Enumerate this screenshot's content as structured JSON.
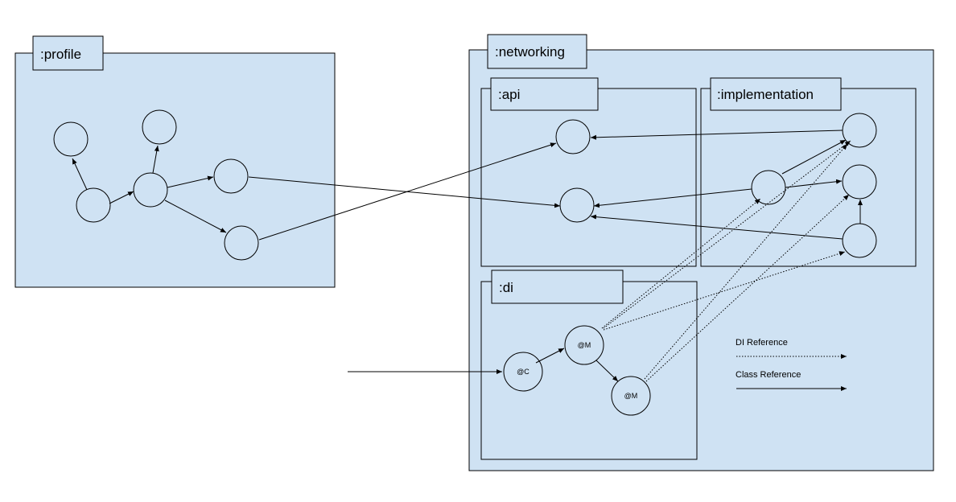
{
  "modules": {
    "profile": {
      "label": ":profile"
    },
    "networking": {
      "label": ":networking"
    },
    "api": {
      "label": ":api"
    },
    "implementation": {
      "label": ":implementation"
    },
    "di": {
      "label": ":di"
    }
  },
  "di_nodes": {
    "component": {
      "label": "@C"
    },
    "module_1": {
      "label": "@M"
    },
    "module_2": {
      "label": "@M"
    }
  },
  "legend": {
    "di_reference": "DI Reference",
    "class_reference": "Class Reference"
  }
}
